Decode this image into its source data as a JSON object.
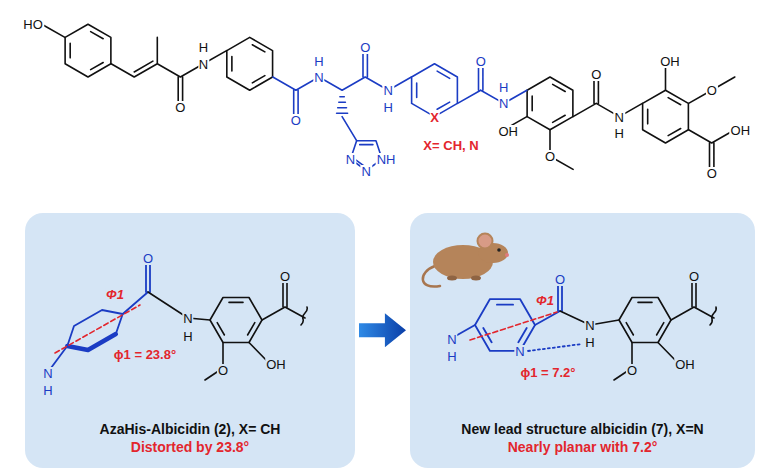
{
  "diagram": {
    "nodes": [
      {
        "text": [
          "AzaHis-Albicidin (2), X= CH",
          "Distorted by 23.8°"
        ]
      },
      {
        "text": [
          "New lead structure albicidin (7), X=N",
          "Nearly planar with 7.2°"
        ]
      }
    ],
    "edges": [
      {
        "from": 0,
        "to": 1,
        "arrow": "to"
      }
    ],
    "labels": [
      "HO",
      "O",
      "H",
      "N",
      "O",
      "H",
      "N",
      "O",
      "N",
      "H",
      "N",
      "N",
      "NH",
      "X",
      "O",
      "H",
      "N",
      "OH",
      "O",
      "O",
      "N",
      "H",
      "OH",
      "O",
      "O",
      "OH",
      "X= CH, N",
      "N",
      "H",
      "O",
      "N",
      "H",
      "O",
      "OH",
      "O",
      "Φ1",
      "ϕ1 = 23.8°",
      "N",
      "H",
      "N",
      "O",
      "N",
      "H",
      "O",
      "OH",
      "O",
      "Φ1",
      "ϕ1 = 7.2°"
    ]
  }
}
